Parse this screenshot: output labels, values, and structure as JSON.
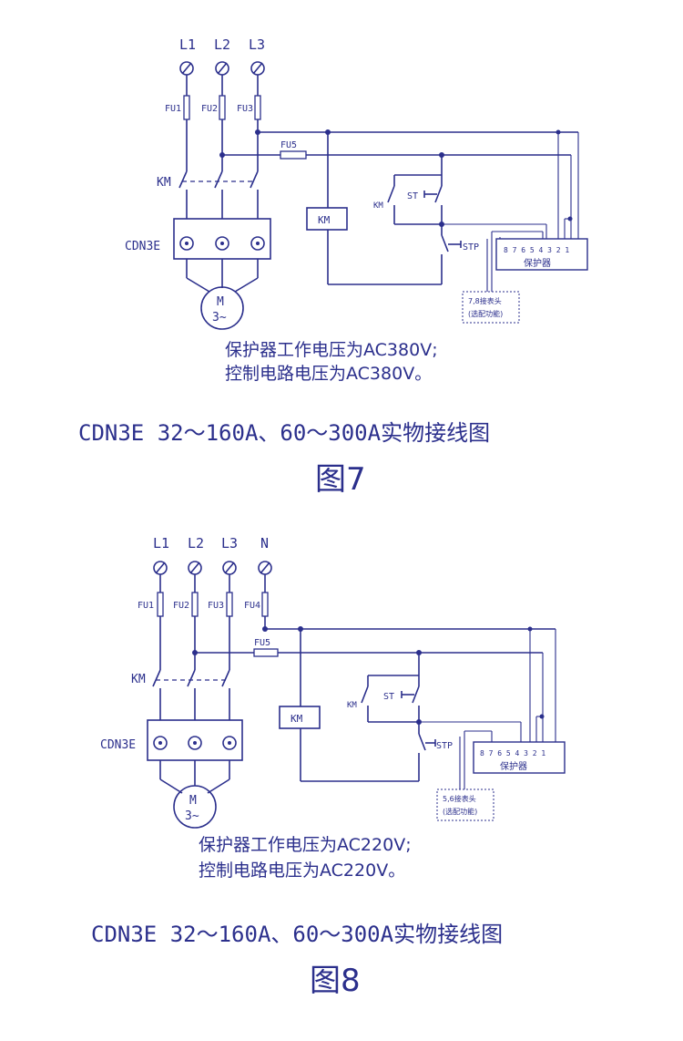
{
  "diagram7": {
    "phases": [
      "L1",
      "L2",
      "L3"
    ],
    "fuses": [
      "FU1",
      "FU2",
      "FU3"
    ],
    "fuse5": "FU5",
    "contactor": "KM",
    "relay": "CDN3E",
    "coil": "KM",
    "km_contact": "KM",
    "start": "ST",
    "stop": "STP",
    "motor_m": "M",
    "motor_phase": "3~",
    "terminals": "8 7 6 5 4 3 2 1",
    "protector": "保护器",
    "aux_line1": "7,8接表头",
    "aux_line2": "(选配功能)",
    "note1": "保护器工作电压为AC380V;",
    "note2": "控制电路电压为AC380V。",
    "caption": "CDN3E 32～160A、60～300A实物接线图",
    "figure": "图7"
  },
  "diagram8": {
    "phases": [
      "L1",
      "L2",
      "L3",
      "N"
    ],
    "fuses": [
      "FU1",
      "FU2",
      "FU3",
      "FU4"
    ],
    "fuse5": "FU5",
    "contactor": "KM",
    "relay": "CDN3E",
    "coil": "KM",
    "km_contact": "KM",
    "start": "ST",
    "stop": "STP",
    "motor_m": "M",
    "motor_phase": "3~",
    "terminals": "8 7 6 5 4 3 2 1",
    "protector": "保护器",
    "aux_line1": "5,6接表头",
    "aux_line2": "(选配功能)",
    "note1": "保护器工作电压为AC220V;",
    "note2": "控制电路电压为AC220V。",
    "caption": "CDN3E 32～160A、60～300A实物接线图",
    "figure": "图8"
  }
}
